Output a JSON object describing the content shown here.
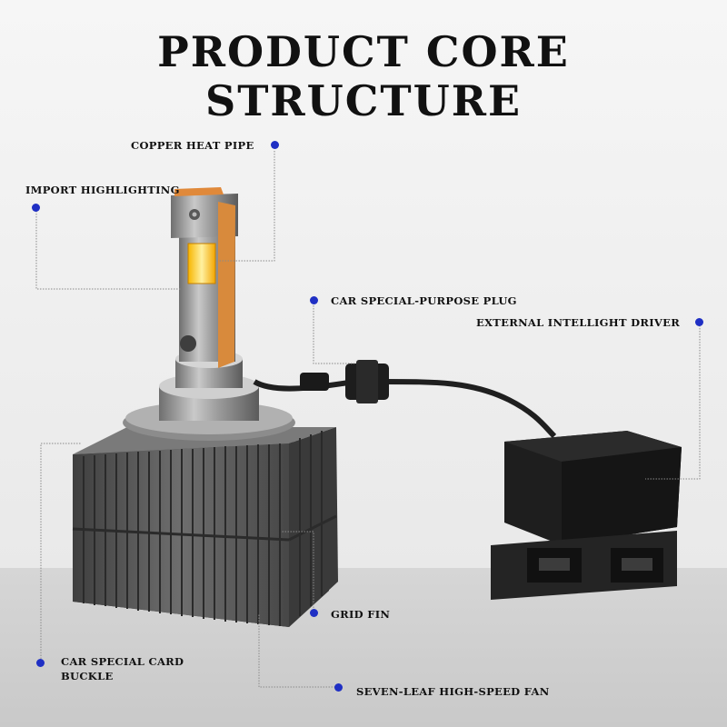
{
  "title": "PRODUCT CORE STRUCTURE",
  "colors": {
    "accent_dot": "#1f2fc4",
    "callout_line": "#8a8a8a",
    "title": "#111111"
  },
  "callouts": {
    "copper_heat_pipe": "COPPER HEAT PIPE",
    "import_highlighting": "IMPORT HIGHLIGHTING",
    "car_special_plug": "CAR SPECIAL-PURPOSE PLUG",
    "external_driver": "EXTERNAL INTELLIGHT DRIVER",
    "grid_fin": "GRID FIN",
    "card_buckle_line1": "CAR SPECIAL CARD",
    "card_buckle_line2": "BUCKLE",
    "fan": "SEVEN-LEAF HIGH-SPEED FAN"
  }
}
